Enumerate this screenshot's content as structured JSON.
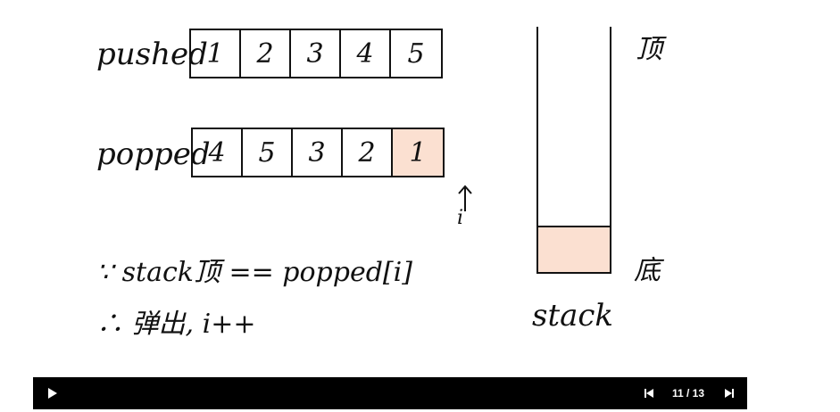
{
  "diagram": {
    "pushed_label": "pushed",
    "pushed": [
      "1",
      "2",
      "3",
      "4",
      "5"
    ],
    "popped_label": "popped",
    "popped": [
      "4",
      "5",
      "3",
      "2",
      "1"
    ],
    "pointer_label": "i",
    "stack_top_label": "顶",
    "stack_bottom_label": "底",
    "stack_label": "stack",
    "because_line": "∵ stack顶 == popped[i]",
    "therefore_line": "∴ 弹出, i++",
    "highlight_color": "#fbe0d1"
  },
  "player": {
    "play_icon": "play-icon",
    "prev_icon": "skip-previous-icon",
    "next_icon": "skip-next-icon",
    "counter": "11 / 13"
  }
}
